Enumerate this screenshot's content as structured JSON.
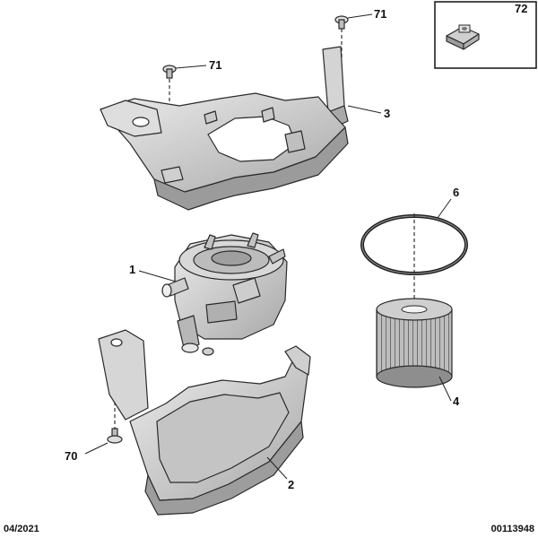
{
  "callouts": {
    "c72": "72",
    "c71a": "71",
    "c71b": "71",
    "c3": "3",
    "c6": "6",
    "c1": "1",
    "c4": "4",
    "c70": "70",
    "c2": "2"
  },
  "footer": {
    "date": "04/2021",
    "reference": "00113948"
  },
  "colors": {
    "part_fill": "#d9d9d9",
    "part_dark": "#9a9a9a",
    "line": "#222222"
  }
}
